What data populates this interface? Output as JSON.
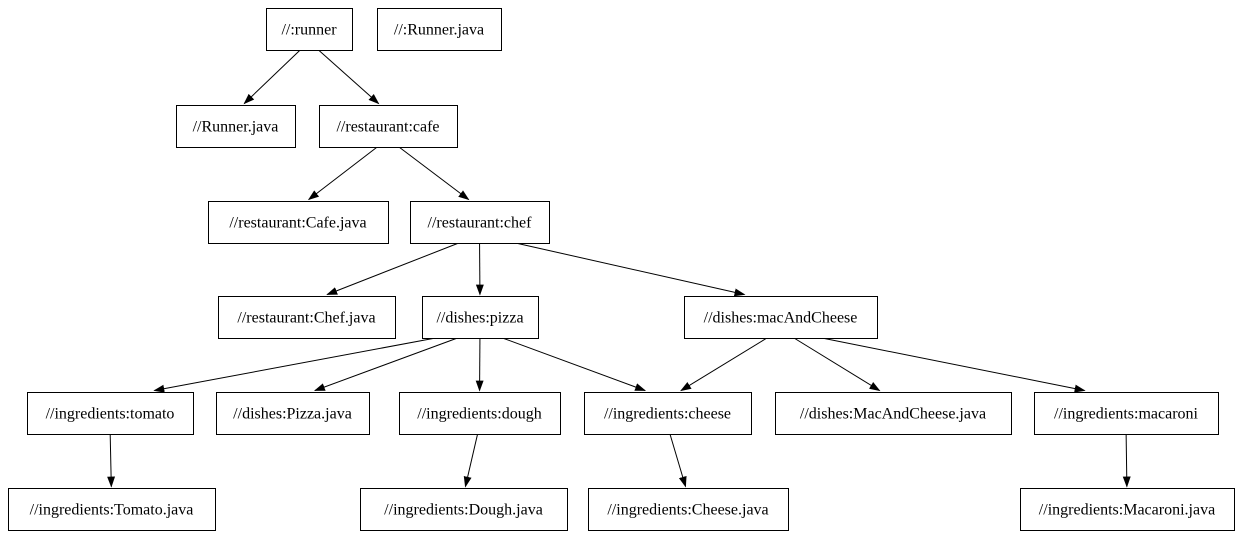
{
  "graph": {
    "type": "dependency-graph",
    "colors": {
      "background": "#ffffff",
      "node_border": "#000000",
      "node_fill": "#ffffff",
      "text": "#000000",
      "edge": "#000000"
    },
    "nodes": {
      "runner": "//:runner",
      "root_runner_java": "//:Runner.java",
      "runner_java": "//Runner.java",
      "cafe": "//restaurant:cafe",
      "cafe_java": "//restaurant:Cafe.java",
      "chef": "//restaurant:chef",
      "chef_java": "//restaurant:Chef.java",
      "pizza": "//dishes:pizza",
      "macandcheese": "//dishes:macAndCheese",
      "tomato": "//ingredients:tomato",
      "pizza_java": "//dishes:Pizza.java",
      "dough": "//ingredients:dough",
      "cheese": "//ingredients:cheese",
      "macandcheese_java": "//dishes:MacAndCheese.java",
      "macaroni": "//ingredients:macaroni",
      "tomato_java": "//ingredients:Tomato.java",
      "dough_java": "//ingredients:Dough.java",
      "cheese_java": "//ingredients:Cheese.java",
      "macaroni_java": "//ingredients:Macaroni.java"
    },
    "edges": [
      {
        "from": "runner",
        "to": "runner_java"
      },
      {
        "from": "runner",
        "to": "cafe"
      },
      {
        "from": "cafe",
        "to": "cafe_java"
      },
      {
        "from": "cafe",
        "to": "chef"
      },
      {
        "from": "chef",
        "to": "chef_java"
      },
      {
        "from": "chef",
        "to": "pizza"
      },
      {
        "from": "chef",
        "to": "macandcheese"
      },
      {
        "from": "pizza",
        "to": "tomato"
      },
      {
        "from": "pizza",
        "to": "pizza_java"
      },
      {
        "from": "pizza",
        "to": "dough"
      },
      {
        "from": "pizza",
        "to": "cheese"
      },
      {
        "from": "macandcheese",
        "to": "cheese"
      },
      {
        "from": "macandcheese",
        "to": "macandcheese_java"
      },
      {
        "from": "macandcheese",
        "to": "macaroni"
      },
      {
        "from": "tomato",
        "to": "tomato_java"
      },
      {
        "from": "dough",
        "to": "dough_java"
      },
      {
        "from": "cheese",
        "to": "cheese_java"
      },
      {
        "from": "macaroni",
        "to": "macaroni_java"
      }
    ]
  }
}
